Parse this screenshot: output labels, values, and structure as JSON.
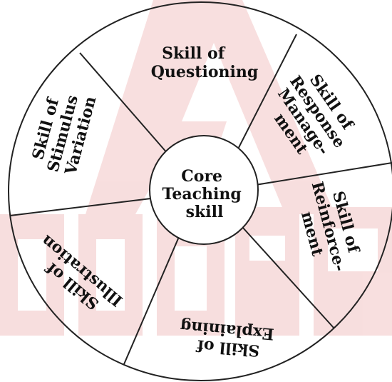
{
  "diagram": {
    "center": {
      "lines": [
        "Core",
        "Teaching",
        "skill"
      ]
    },
    "segments": [
      {
        "id": "questioning",
        "lines": [
          "Skill of",
          "Questioning"
        ]
      },
      {
        "id": "response-management",
        "lines": [
          "Skill of",
          "Response",
          "Manage-",
          "ment"
        ]
      },
      {
        "id": "reinforcement",
        "lines": [
          "Skill of",
          "Reinforce-",
          "ment"
        ]
      },
      {
        "id": "explaining",
        "lines": [
          "Skill of",
          "Explaining"
        ]
      },
      {
        "id": "illustration",
        "lines": [
          "Skill of",
          "Illustration"
        ]
      },
      {
        "id": "stimulus-variation",
        "lines": [
          "Skill of",
          "Stimulus",
          "Variation"
        ]
      }
    ]
  },
  "watermark": {
    "text": "adda247",
    "color": "#f2c4c4"
  },
  "colors": {
    "line": "#222222",
    "text": "#111111",
    "background": "#ffffff"
  }
}
